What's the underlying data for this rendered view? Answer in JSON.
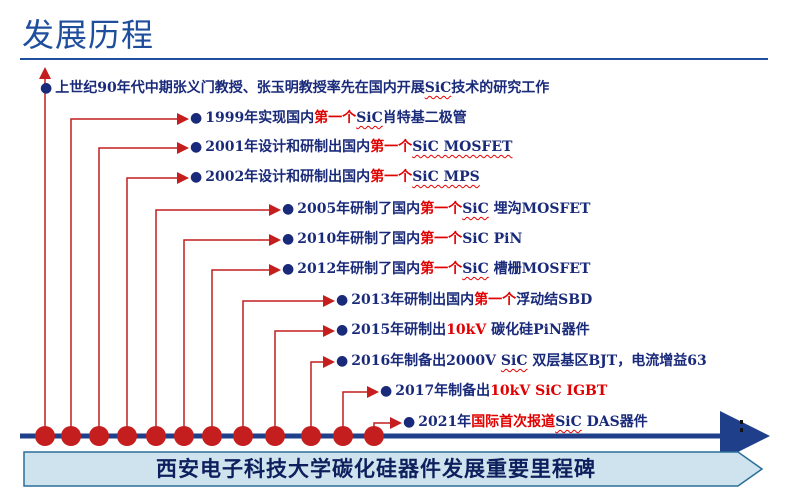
{
  "page": {
    "title": "发展历程"
  },
  "banner": {
    "label": "西安电子科技大学碳化硅器件发展重要里程碑"
  },
  "milestones": [
    {
      "pre": "上世纪90年代中期张义门教授、张玉明教授率先在国内开展",
      "hl": "",
      "wavy": "SiC",
      "post": "技术的研究工作"
    },
    {
      "pre": "1999年实现国内",
      "hl": "第一个",
      "wavy": "SiC",
      "post": "肖特基二极管"
    },
    {
      "pre": "2001年设计和研制出国内",
      "hl": "第一个",
      "wavy": "SiC MOSFET",
      "post": ""
    },
    {
      "pre": "2002年设计和研制出国内",
      "hl": "第一个",
      "wavy": "SiC MPS",
      "post": ""
    },
    {
      "pre": "2005年研制了国内",
      "hl": "第一个",
      "wavy": "SiC",
      "post": " 埋沟MOSFET"
    },
    {
      "pre": "2010年研制了国内",
      "hl": "第一个",
      "wavy": "",
      "post": "SiC PiN"
    },
    {
      "pre": "2012年研制了国内",
      "hl": "第一个",
      "wavy": "SiC",
      "post": " 槽栅MOSFET"
    },
    {
      "pre": "2013年研制出国内",
      "hl": "第一个",
      "wavy": "",
      "post": "浮动结SBD"
    },
    {
      "pre": "2015年研制出",
      "hl": "10kV",
      "wavy": "",
      "post": " 碳化硅PiN器件"
    },
    {
      "pre": "2016年制备出2000V ",
      "hl": "",
      "wavy": "SiC",
      "post": " 双层基区BJT，电流增益63"
    },
    {
      "pre": "2017年制备出",
      "hl": "10kV SiC IGBT",
      "wavy": "",
      "post": ""
    },
    {
      "pre": "2021年",
      "hl": "国际首次报道",
      "wavy": "SiC",
      "post": " DAS器件"
    }
  ],
  "colors": {
    "accent": "#1f4e9c",
    "dot": "#c41e1e",
    "highlight": "#e00000",
    "text": "#1a2a7a",
    "banner_fill": "#cfe3ee",
    "banner_stroke": "#2a6f98"
  }
}
